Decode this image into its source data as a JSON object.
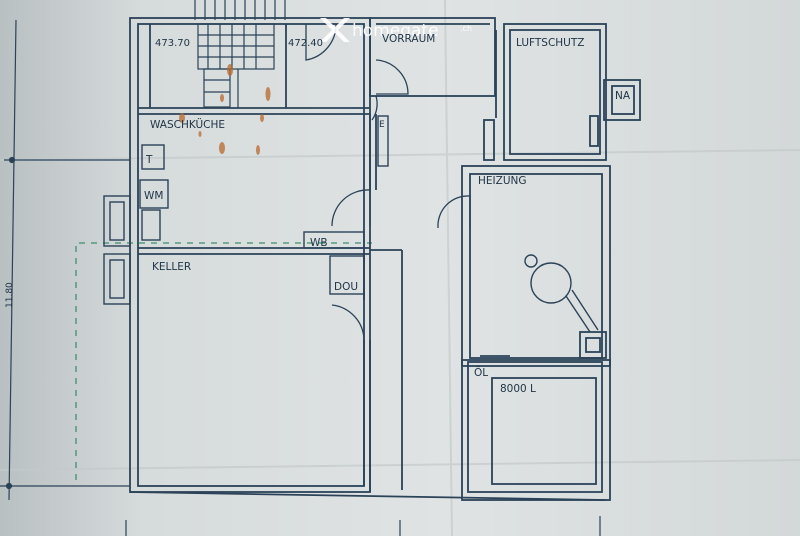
{
  "watermark": {
    "brand": "homegate",
    "suffix": ".ch"
  },
  "rooms": {
    "elevation_left": "473.70",
    "elevation_right": "472.40",
    "vorraum": "VORRAUM",
    "luftschutz": "LUFTSCHUTZ",
    "na": "NA",
    "waschkueche": "WASCHKÜCHE",
    "t": "T",
    "wm": "WM",
    "e": "E",
    "heizung": "HEIZUNG",
    "wb": "WB",
    "keller": "KELLER",
    "dou": "DOU",
    "oel": "ÖL",
    "tank": "8000 L"
  },
  "dimension": {
    "height": "11.80"
  },
  "colors": {
    "ink": "#2b4258",
    "paper": "#dfe3e3",
    "green_dash": "#3d8f6a",
    "rust": "#b8692e"
  }
}
